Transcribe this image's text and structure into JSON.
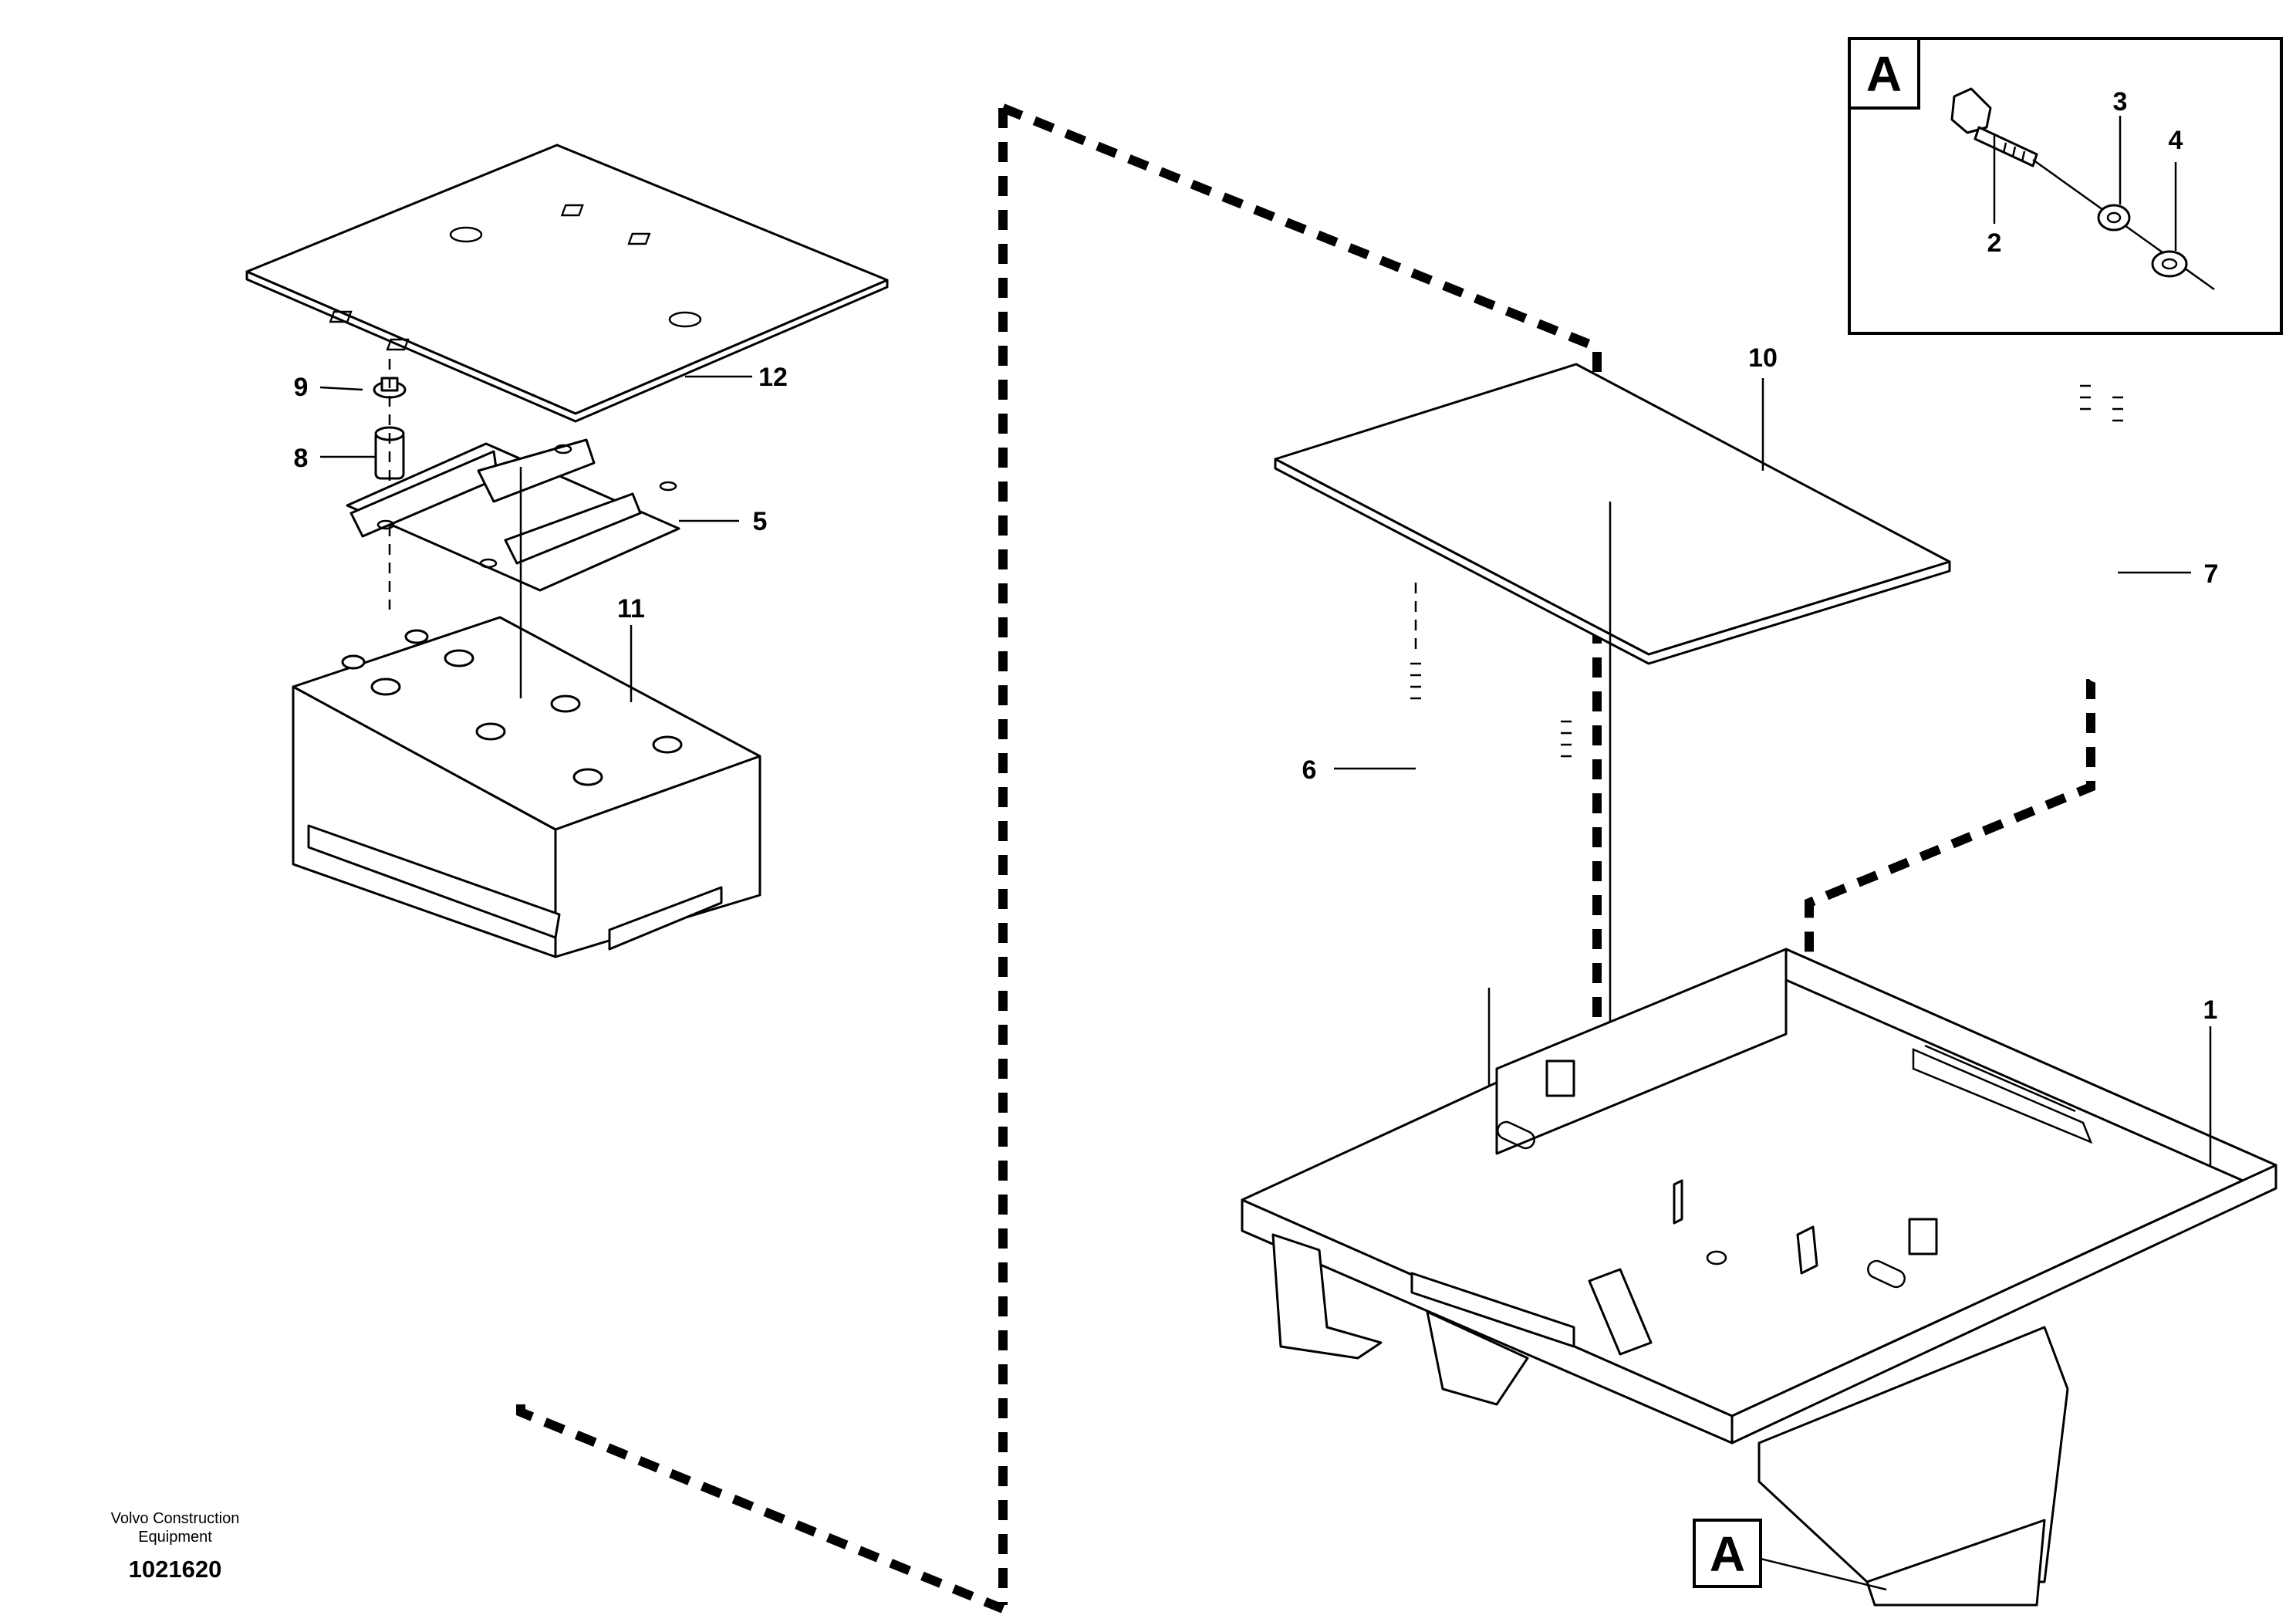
{
  "callouts": {
    "c1": "1",
    "c2": "2",
    "c3": "3",
    "c4": "4",
    "c5": "5",
    "c6": "6",
    "c7": "7",
    "c8": "8",
    "c9": "9",
    "c10": "10",
    "c11": "11",
    "c12": "12"
  },
  "detail_box": {
    "label": "A"
  },
  "location_marker": {
    "label": "A"
  },
  "footer": {
    "credit_line1": "Volvo Construction",
    "credit_line2": "Equipment",
    "document_number": "1021620"
  }
}
